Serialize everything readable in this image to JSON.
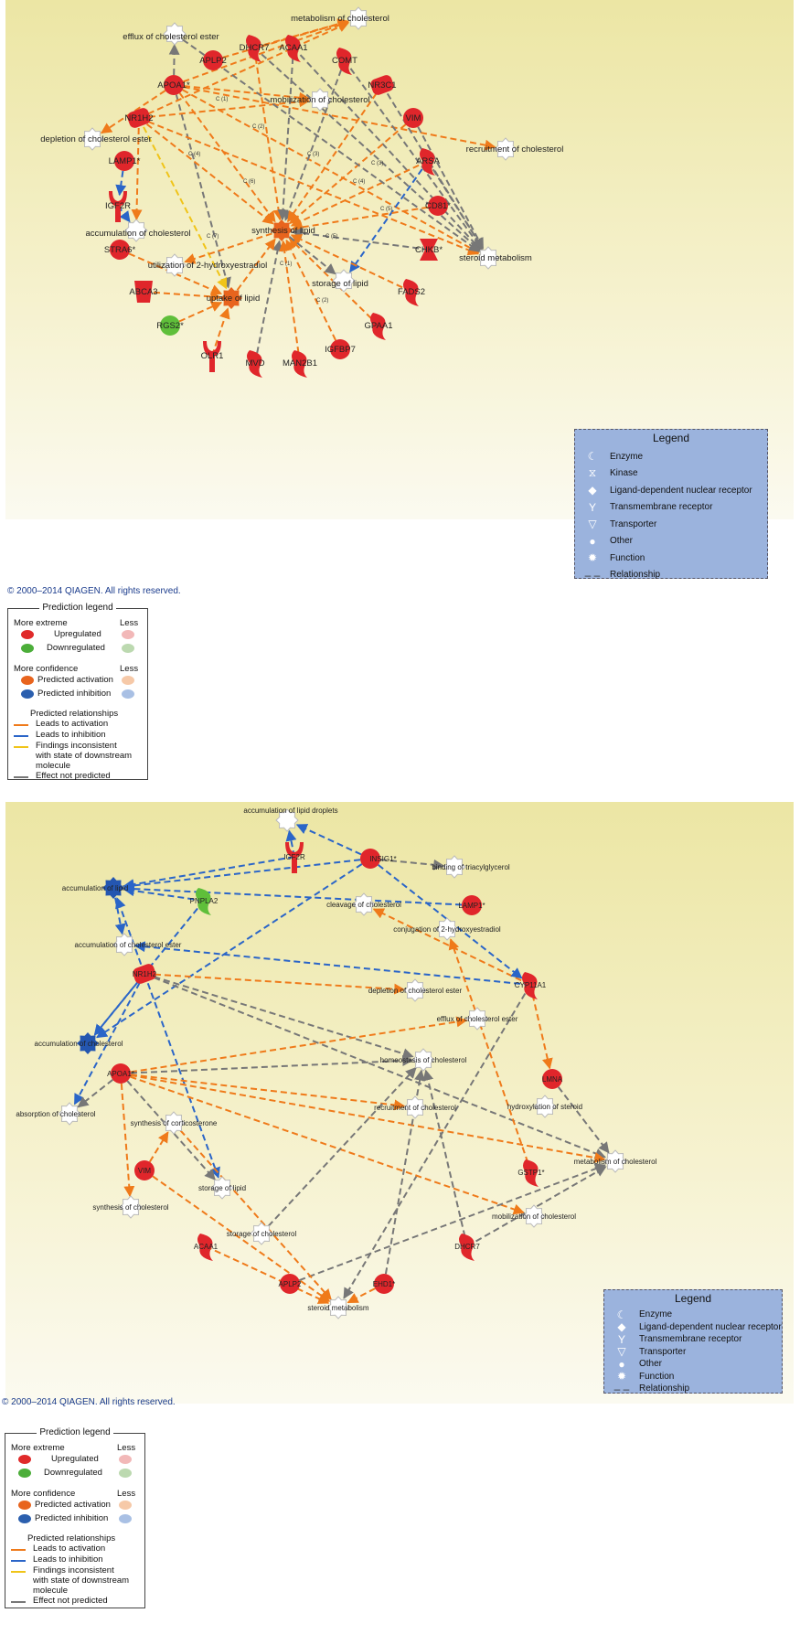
{
  "panel1": {
    "nodes": [
      {
        "id": "n_metab_chol",
        "label": "metabolism of cholesterol",
        "type": "function",
        "color": "white"
      },
      {
        "id": "n_efflux",
        "label": "efflux of cholesterol ester",
        "type": "function",
        "color": "white"
      },
      {
        "id": "n_dhcr7",
        "label": "DHCR7",
        "type": "enzyme",
        "color": "red"
      },
      {
        "id": "n_acaa1",
        "label": "ACAA1",
        "type": "enzyme",
        "color": "red"
      },
      {
        "id": "n_aplp2",
        "label": "APLP2",
        "type": "other",
        "color": "red"
      },
      {
        "id": "n_comt",
        "label": "COMT",
        "type": "enzyme",
        "color": "red"
      },
      {
        "id": "n_apoa1",
        "label": "APOA1*",
        "type": "other",
        "color": "red"
      },
      {
        "id": "n_nr3c1",
        "label": "NR3C1",
        "type": "ligand-receptor",
        "color": "red"
      },
      {
        "id": "n_mobil",
        "label": "mobilization of cholesterol",
        "type": "function",
        "color": "white"
      },
      {
        "id": "n_nr1h2",
        "label": "NR1H2",
        "type": "ligand-receptor",
        "color": "red"
      },
      {
        "id": "n_vim",
        "label": "VIM",
        "type": "other",
        "color": "red"
      },
      {
        "id": "n_deplet",
        "label": "depletion of cholesterol ester",
        "type": "function",
        "color": "white"
      },
      {
        "id": "n_recruit",
        "label": "recruitment of cholesterol",
        "type": "function",
        "color": "white"
      },
      {
        "id": "n_lamp1",
        "label": "LAMP1*",
        "type": "other",
        "color": "red"
      },
      {
        "id": "n_arsa",
        "label": "ARSA",
        "type": "enzyme",
        "color": "red"
      },
      {
        "id": "n_igf2r",
        "label": "IGF2R",
        "type": "transmembrane",
        "color": "red"
      },
      {
        "id": "n_cd81",
        "label": "CD81*",
        "type": "other",
        "color": "red"
      },
      {
        "id": "n_accum",
        "label": "accumulation of cholesterol",
        "type": "function",
        "color": "white"
      },
      {
        "id": "n_synth",
        "label": "synthesis of lipid",
        "type": "function",
        "color": "orange"
      },
      {
        "id": "n_stra6",
        "label": "STRA6*",
        "type": "other",
        "color": "red"
      },
      {
        "id": "n_chkb",
        "label": "CHKB*",
        "type": "kinase",
        "color": "red"
      },
      {
        "id": "n_util",
        "label": "utilization of 2-hydroxyestradiol",
        "type": "function",
        "color": "white"
      },
      {
        "id": "n_steroid",
        "label": "steroid metabolism",
        "type": "function",
        "color": "white"
      },
      {
        "id": "n_storage",
        "label": "storage of lipid",
        "type": "function",
        "color": "white"
      },
      {
        "id": "n_abca3",
        "label": "ABCA3",
        "type": "transporter",
        "color": "red"
      },
      {
        "id": "n_uptake",
        "label": "uptake of lipid",
        "type": "function",
        "color": "orange"
      },
      {
        "id": "n_fads2",
        "label": "FADS2",
        "type": "enzyme",
        "color": "red"
      },
      {
        "id": "n_rgs2",
        "label": "RGS2*",
        "type": "other",
        "color": "green"
      },
      {
        "id": "n_gpaa1",
        "label": "GPAA1",
        "type": "enzyme",
        "color": "red"
      },
      {
        "id": "n_olr1",
        "label": "OLR1",
        "type": "transmembrane",
        "color": "red"
      },
      {
        "id": "n_igfbp7",
        "label": "IGFBP7",
        "type": "other",
        "color": "red"
      },
      {
        "id": "n_mvd",
        "label": "MVD",
        "type": "enzyme",
        "color": "red"
      },
      {
        "id": "n_man2b1",
        "label": "MAN2B1",
        "type": "enzyme",
        "color": "red"
      }
    ],
    "edge_labels": [
      "C (1)",
      "C (2)",
      "C (3)",
      "C (4)",
      "C (5)",
      "C (6)",
      "C (7)"
    ],
    "legend": {
      "title": "Legend",
      "items": [
        {
          "icon": "enzyme-icon",
          "label": "Enzyme"
        },
        {
          "icon": "kinase-icon",
          "label": "Kinase"
        },
        {
          "icon": "ligand-receptor-icon",
          "label": "Ligand-dependent nuclear receptor"
        },
        {
          "icon": "transmembrane-icon",
          "label": "Transmembrane receptor"
        },
        {
          "icon": "transporter-icon",
          "label": "Transporter"
        },
        {
          "icon": "other-icon",
          "label": "Other"
        },
        {
          "icon": "function-icon",
          "label": "Function"
        },
        {
          "icon": "relationship-icon",
          "label": "Relationship"
        }
      ]
    },
    "copyright": "© 2000–2014 QIAGEN. All rights reserved."
  },
  "panel2": {
    "nodes": [
      {
        "id": "m_lipid_drop",
        "label": "accumulation of lipid droplets",
        "type": "function",
        "color": "white"
      },
      {
        "id": "m_igf2r",
        "label": "IGF2R",
        "type": "transmembrane",
        "color": "red"
      },
      {
        "id": "m_insig1",
        "label": "INSIG1*",
        "type": "other",
        "color": "red"
      },
      {
        "id": "m_binding",
        "label": "binding of triacylglycerol",
        "type": "function",
        "color": "white"
      },
      {
        "id": "m_accum_lipid",
        "label": "accumulation of lipid",
        "type": "function",
        "color": "blue"
      },
      {
        "id": "m_pnpla",
        "label": "PNPLA2",
        "type": "enzyme",
        "color": "green"
      },
      {
        "id": "m_cleavage",
        "label": "cleavage of cholesterol",
        "type": "function",
        "color": "white"
      },
      {
        "id": "m_lamp1",
        "label": "LAMP1*",
        "type": "other",
        "color": "red"
      },
      {
        "id": "m_conj",
        "label": "conjugation of 2-hydroxyestradiol",
        "type": "function",
        "color": "white"
      },
      {
        "id": "m_accum_ester",
        "label": "accumulation of cholesterol ester",
        "type": "function",
        "color": "white"
      },
      {
        "id": "m_nr1h2",
        "label": "NR1H2",
        "type": "ligand-receptor",
        "color": "red"
      },
      {
        "id": "m_cyp11a1",
        "label": "CYP11A1",
        "type": "enzyme",
        "color": "red"
      },
      {
        "id": "m_deplet",
        "label": "depletion of cholesterol ester",
        "type": "function",
        "color": "white"
      },
      {
        "id": "m_efflux",
        "label": "efflux of cholesterol ester",
        "type": "function",
        "color": "white"
      },
      {
        "id": "m_accum_chol",
        "label": "accumulation of cholesterol",
        "type": "function",
        "color": "blue"
      },
      {
        "id": "m_homeo",
        "label": "homeostasis of cholesterol",
        "type": "function",
        "color": "white"
      },
      {
        "id": "m_apoa1",
        "label": "APOA1*",
        "type": "other",
        "color": "red"
      },
      {
        "id": "m_lmna",
        "label": "LMNA",
        "type": "other",
        "color": "red"
      },
      {
        "id": "m_absorb",
        "label": "absorption of cholesterol",
        "type": "function",
        "color": "white"
      },
      {
        "id": "m_recruit",
        "label": "recruitment of cholesterol",
        "type": "function",
        "color": "white"
      },
      {
        "id": "m_hydrox",
        "label": "hydroxylation of steroid",
        "type": "function",
        "color": "white"
      },
      {
        "id": "m_cortico",
        "label": "synthesis of corticosterone",
        "type": "function",
        "color": "white"
      },
      {
        "id": "m_metab",
        "label": "metabolism of cholesterol",
        "type": "function",
        "color": "white"
      },
      {
        "id": "m_vim",
        "label": "VIM",
        "type": "other",
        "color": "red"
      },
      {
        "id": "m_gstp1",
        "label": "GSTP1*",
        "type": "enzyme",
        "color": "red"
      },
      {
        "id": "m_storage",
        "label": "storage of lipid",
        "type": "function",
        "color": "white"
      },
      {
        "id": "m_synth_chol",
        "label": "synthesis of cholesterol",
        "type": "function",
        "color": "white"
      },
      {
        "id": "m_mobil",
        "label": "mobilization of cholesterol",
        "type": "function",
        "color": "white"
      },
      {
        "id": "m_storage_chol",
        "label": "storage of cholesterol",
        "type": "function",
        "color": "white"
      },
      {
        "id": "m_acaa1",
        "label": "ACAA1",
        "type": "enzyme",
        "color": "red"
      },
      {
        "id": "m_dhcr7",
        "label": "DHCR7",
        "type": "enzyme",
        "color": "red"
      },
      {
        "id": "m_aplp2",
        "label": "APLP2",
        "type": "other",
        "color": "red"
      },
      {
        "id": "m_ehd1",
        "label": "EHD1*",
        "type": "other",
        "color": "red"
      },
      {
        "id": "m_steroid",
        "label": "steroid metabolism",
        "type": "function",
        "color": "white"
      }
    ],
    "legend": {
      "title": "Legend",
      "items": [
        {
          "icon": "enzyme-icon",
          "label": "Enzyme"
        },
        {
          "icon": "ligand-receptor-icon",
          "label": "Ligand-dependent nuclear receptor"
        },
        {
          "icon": "transmembrane-icon",
          "label": "Transmembrane receptor"
        },
        {
          "icon": "transporter-icon",
          "label": "Transporter"
        },
        {
          "icon": "other-icon",
          "label": "Other"
        },
        {
          "icon": "function-icon",
          "label": "Function"
        },
        {
          "icon": "relationship-icon",
          "label": "Relationship"
        }
      ]
    },
    "copyright": "© 2000–2014 QIAGEN. All rights reserved."
  },
  "prediction_legend": {
    "title": "Prediction legend",
    "more_extreme": "More extreme",
    "less": "Less",
    "upregulated": "Upregulated",
    "downregulated": "Downregulated",
    "more_confidence": "More confidence",
    "predicted_activation": "Predicted activation",
    "predicted_inhibition": "Predicted inhibition",
    "predicted_relationships": "Predicted relationships",
    "leads_activation": "Leads to activation",
    "leads_inhibition": "Leads to inhibition",
    "inconsistent_1": "Findings inconsistent",
    "inconsistent_2": "with state of downstream",
    "inconsistent_3": "molecule",
    "effect_not_predicted": "Effect not predicted"
  },
  "colors": {
    "up_strong": "#e02a2a",
    "up_light": "#f2b8b8",
    "down_strong": "#4cae3a",
    "down_light": "#bcd9b0",
    "act_strong": "#e8641e",
    "act_light": "#f6c9a8",
    "inh_strong": "#2b5fae",
    "inh_light": "#a9c0e4",
    "act_line": "#ef7a1a",
    "inh_line": "#2a65c8",
    "incons_line": "#f0c419",
    "none_line": "#777777"
  }
}
